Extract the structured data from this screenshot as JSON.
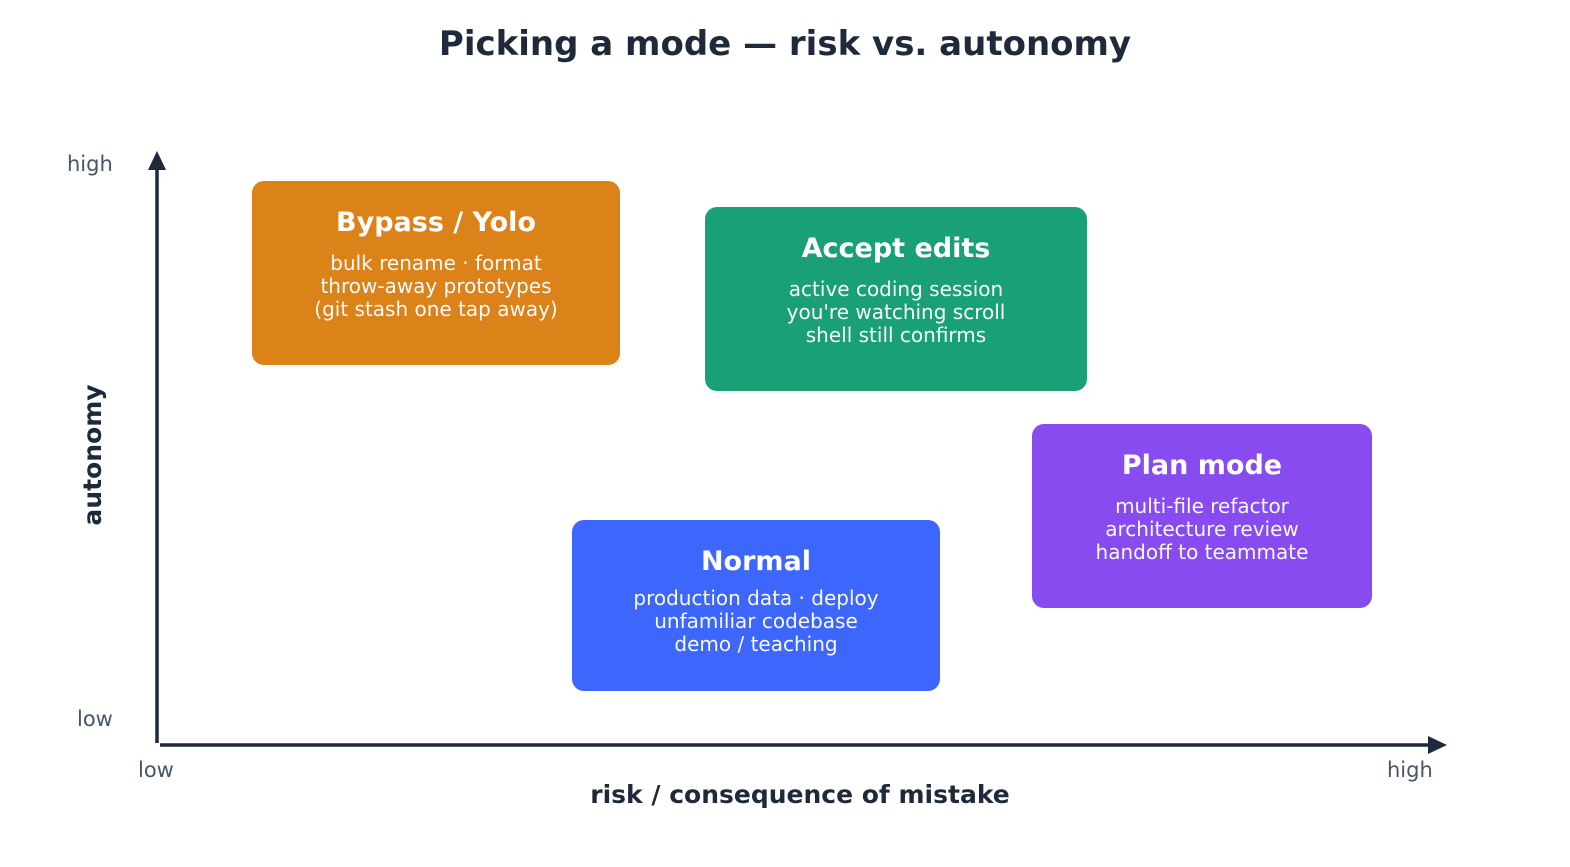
{
  "title": "Picking a mode — risk vs. autonomy",
  "axes": {
    "x_label": "risk / consequence of mistake",
    "y_label": "autonomy",
    "x_low": "low",
    "x_high": "high",
    "y_low": "low",
    "y_high": "high",
    "color": "#1e293b"
  },
  "modes": [
    {
      "name": "Bypass / Yolo",
      "color": "#db8218",
      "lines": [
        "bulk rename · format",
        "throw-away prototypes",
        "(git stash one tap away)"
      ]
    },
    {
      "name": "Accept edits",
      "color": "#1aa077",
      "lines": [
        "active coding session",
        "you're watching scroll",
        "shell still confirms"
      ]
    },
    {
      "name": "Plan mode",
      "color": "#874bf0",
      "lines": [
        "multi-file refactor",
        "architecture review",
        "handoff to teammate"
      ]
    },
    {
      "name": "Normal",
      "color": "#3d66fc",
      "lines": [
        "production data · deploy",
        "unfamiliar codebase",
        "demo / teaching"
      ]
    }
  ]
}
